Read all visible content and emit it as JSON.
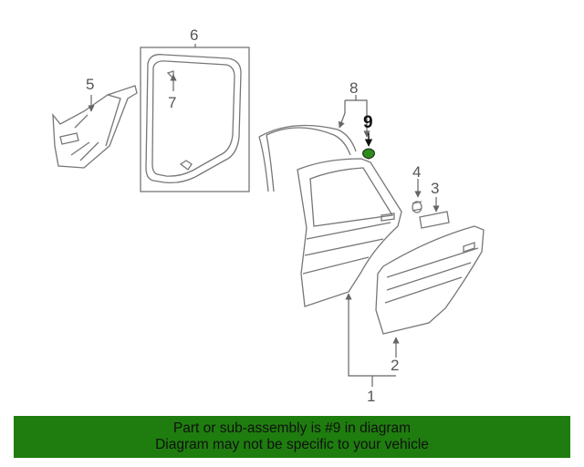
{
  "diagram": {
    "callouts": [
      "1",
      "2",
      "3",
      "4",
      "5",
      "6",
      "7",
      "8",
      "9"
    ],
    "highlighted_part": "9",
    "colors": {
      "line": "#666666",
      "highlight_part": "#2e8b1e"
    }
  },
  "banner": {
    "line1": "Part or sub-assembly is #9 in diagram",
    "line2": "Diagram may not be specific to your vehicle",
    "background": "#1e7d0e"
  }
}
